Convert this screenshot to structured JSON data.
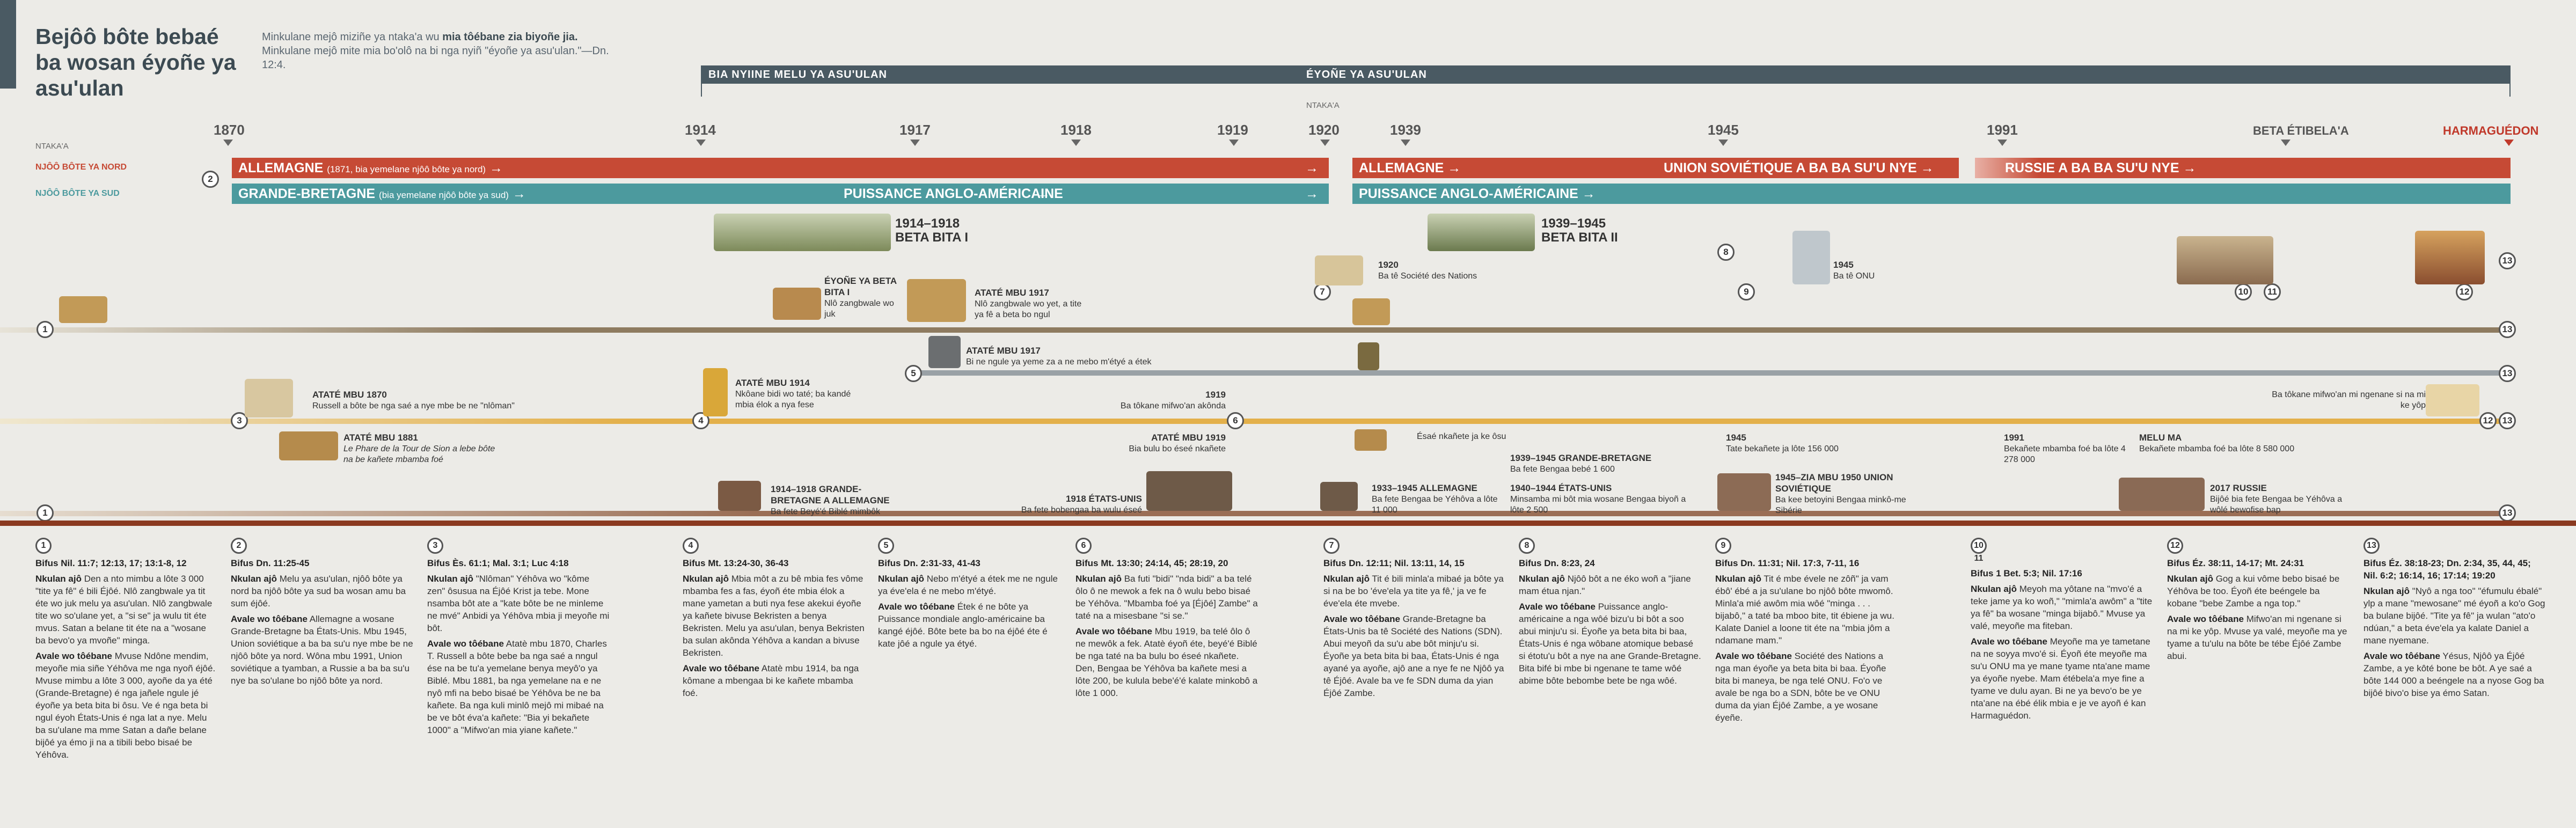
{
  "title": "Bejôô bôte bebaé ba wosan éyoñe ya asu'ulan",
  "quote": {
    "lead": "Minkulane mejô miziñe ya ntaka'a wu",
    "bold": "mia tôébane zia biyoñe jia.",
    "rest": "Minkulane mejô mite mia bo'olô na bi nga nyiñ \"éyoñe ya asu'ulan.\"—Dn. 12:4."
  },
  "periods": {
    "first": "BIA NYIINE MELU YA ASU'ULAN",
    "second": "ÉYOÑE YA ASU'ULAN",
    "ntaka": "NTAKA'A"
  },
  "ntaka_left": "NTAKA'A",
  "years": [
    "1870",
    "1914",
    "1917",
    "1918",
    "1919",
    "1920",
    "1939",
    "1945",
    "1991",
    "BETA ÉTIBELA'A",
    "HARMAGUÉDON"
  ],
  "north_label": "NJÔÔ BÔTE YA NORD",
  "south_label": "NJÔÔ BÔTE YA SUD",
  "bands": {
    "north1_title": "ALLEMAGNE",
    "north1_note": "(1871, bia yemelane njôô bôte ya nord)",
    "north2": "ALLEMAGNE",
    "north3": "UNION SOVIÉTIQUE A BA BA SU'U NYE",
    "north4": "RUSSIE A BA BA SU'U NYE",
    "south1_title": "GRANDE-BRETAGNE",
    "south1_note": "(bia yemelane njôô bôte ya sud)",
    "south2": "PUISSANCE ANGLO-AMÉRICAINE",
    "south3": "PUISSANCE ANGLO-AMÉRICAINE"
  },
  "wars": {
    "ww1": "1914–1918\nBETA BITA I",
    "ww2": "1939–1945\nBETA BITA II"
  },
  "events": {
    "e1920": {
      "year": "1920",
      "text": "Ba tê Société des Nations"
    },
    "e1945": {
      "year": "1945",
      "text": "Ba tê ONU"
    },
    "eyone": {
      "title": "ÉYOÑE YA BETA BITA I",
      "text": "Nlô zangbwale wo juk"
    },
    "ate1917a": {
      "title": "ATATÉ MBU 1917",
      "text": "Nlô zangbwale wo yet, a tite ya fê a beta bo ngul"
    },
    "ate1917b": {
      "title": "ATATÉ MBU 1917",
      "text": "Bi ne ngule ya yeme za a ne mebo m'étyé a étek"
    },
    "ate1870": {
      "title": "ATATÉ MBU 1870",
      "text": "Russell a bôte be nga saé a nye mbe be ne \"nlôman\""
    },
    "ate1914": {
      "title": "ATATÉ MBU 1914",
      "text": "Nkôane bidi wo taté; ba kandé mbia élok a nya fese"
    },
    "e1919a": {
      "year": "1919",
      "text": "Ba tôkane mifwo'an akônda"
    },
    "ate1881": {
      "title": "ATATÉ MBU 1881",
      "text": "Le Phare de la Tour de Sion a lebe bôte na be kañete mbamba foé"
    },
    "ate1919": {
      "title": "ATATÉ MBU 1919",
      "text": "Bia bulu bo éseé nkañete"
    },
    "esae": {
      "text": "Ésaé nkañete ja ke ôsu"
    },
    "tokane": {
      "text": "Ba tôkane mifwo'an mi ngenane si na mi ke yôp"
    },
    "ge1939": {
      "title": "1939–1945 GRANDE-BRETAGNE",
      "text": "Ba fete Bengaa bebé 1 600"
    },
    "us1940": {
      "title": "1940–1944 ÉTATS-UNIS",
      "text": "Minsamba mi bôt mia wosane Bengaa biyoñ a lôte 2 500"
    },
    "al1933": {
      "title": "1933–1945 ALLEMAGNE",
      "text": "Ba fete Bengaa be Yéhôva a lôte 11 000"
    },
    "e1945b": {
      "title": "1945",
      "text": "Tate bekañete ja lôte 156 000"
    },
    "ussr": {
      "title": "1945–ZIA MBU 1950 UNION SOVIÉTIQUE",
      "text": "Ba kee betoyini Bengaa minkô-me Sibérie"
    },
    "e1991": {
      "title": "1991",
      "text": "Bekañete mbamba foé ba lôte 4 278 000"
    },
    "meluma": {
      "title": "MELU MA",
      "text": "Bekañete mbamba foé ba lôte 8 580 000"
    },
    "ge1914": {
      "title": "1914–1918 GRANDE-BRETAGNE A ALLEMAGNE",
      "text": "Ba fete Beyé'é Biblé mimbôk"
    },
    "us1918": {
      "title": "1918 ÉTATS-UNIS",
      "text": "Ba fete bobengaa ba wulu éseé"
    },
    "ru2017": {
      "title": "2017 RUSSIE",
      "text": "Bijôé bia fete Bengaa be Yéhôva a wôlé bewofise bap"
    }
  },
  "refs": [
    {
      "n": "1",
      "head": "Bifus Nil. 11:7; 12:13, 17; 13:1-8, 12",
      "a_title": "Nkulan ajô",
      "a": "Den a nto mimbu a lôte 3 000 \"tite ya fê\" é bili Éjôé. Nlô zangbwale ya tit éte wo juk melu ya asu'ulan. Nlô zangbwale tite wo so'ulane yet, a \"si se\" ja wulu tit éte mvus. Satan a belane tit éte na a \"wosane ba bevo'o ya mvoñe\" minga.",
      "b_title": "Avale wo tôébane",
      "b": "Mvuse Ndône mendim, meyoñe mia siñe Yéhôva me nga nyoñ éjôé. Mvuse mimbu a lôte 3 000, ayoñe da ya été (Grande-Bretagne) é nga jañele ngule jé éyoñe ya beta bita bi ôsu. Ve é nga beta bi ngul éyoh États-Unis é nga lat a nye. Melu ba su'ulane ma mme Satan a dañe belane bijôé ya émo ji na a tibili bebo bisaé be Yéhôva."
    },
    {
      "n": "2",
      "head": "Bifus Dn. 11:25-45",
      "a_title": "Nkulan ajô",
      "a": "Melu ya asu'ulan, njôô bôte ya nord ba njôô bôte ya sud ba wosan amu ba sum éjôé.",
      "b_title": "Avale wo tôébane",
      "b": "Allemagne a wosane Grande-Bretagne ba États-Unis. Mbu 1945, Union soviétique a ba ba su'u nye mbe be ne njôô bôte ya nord. Wôna mbu 1991, Union soviétique a tyamban, a Russie a ba ba su'u nye ba so'ulane bo njôô bôte ya nord."
    },
    {
      "n": "3",
      "head": "Bifus Ès. 61:1; Mal. 3:1; Luc 4:18",
      "a_title": "Nkulan ajô",
      "a": "\"Nlôman\" Yéhôva wo \"kôme zen\" ôsusua na Éjôé Krist ja tebe. Mone nsamba bôt ate a \"kate bôte be ne minlemе ne mvé\" Anbidi ya Yéhôva mbia ji meyoñe mi bôt.",
      "b_title": "Avale wo tôébane",
      "b": "Atatè mbu 1870, Charles T. Russell a bôte bebe ba nga saé a nngul ése na be tu'a yemelane benya meyô'o ya Biblé. Mbu 1881, ba nga yemelane na e ne nyô mfi na bebo bisaé be Yéhôva be ne ba kañete. Ba nga kuli minlô mejô mi mibaé na be ve bôt éva'a kañete: \"Bia yi bekañete 1000\" a \"Mifwo'an mia yiane kañete.\""
    },
    {
      "n": "4",
      "head": "Bifus Mt. 13:24-30, 36-43",
      "a_title": "Nkulan ajô",
      "a": "Mbia môt a zu bê mbia fes vôme mbamba fes a fas, éyoñ éte mbia élok a mane yametan a buti nya fese akekui éyoñe ya kañete bivuse Bekristen a benya Bekristen. Melu ya asu'ulan, benya Bekristen ba sulan akônda Yéhôva a kandan a bivuse Bekristen.",
      "b_title": "Avale wo tôébane",
      "b": "Atatè mbu 1914, ba nga kômane a mbengaa bi ke kañete mbamba foé."
    },
    {
      "n": "5",
      "head": "Bifus Dn. 2:31-33, 41-43",
      "a_title": "Nkulan ajô",
      "a": "Nebo m'étyé a étek me ne ngule ya éve'ela é ne mebo m'étyé.",
      "b_title": "Avale wo tôébane",
      "b": "Étek é ne bôte ya Puissance mondiale anglo-américaine ba kangé éjôé. Bôte bete ba bo na éjôé éte é kate jôé a ngule ya étyé."
    },
    {
      "n": "6",
      "head": "Bifus Mt. 13:30; 24:14, 45; 28:19, 20",
      "a_title": "Nkulan ajô",
      "a": "Ba futi \"bidi\" \"nda bidi\" a ba telé ôlo ô ne mewok a fek na ô wulu bebo bisaé be Yéhôva. \"Mbamba foé ya [Éjôé] Zambe\" a taté na a misesbane \"si se.\"",
      "b_title": "Avale wo tôébane",
      "b": "Mbu 1919, ba telé ôlo ô ne mewôk a fek. Atatè éyoñ éte, beyé'é Biblé be nga taté na ba bulu bo éseé nkañete. Den, Bengaa be Yéhôva ba kañete mesi a lôte 200, be kulula bebe'é'é kalate minkobô a lôte 1 000."
    },
    {
      "n": "7",
      "head": "Bifus Dn. 12:11; Nil. 13:11, 14, 15",
      "a_title": "Nkulan ajô",
      "a": "Tit é bili minla'a mibaé ja bôte ya si na be bo 'éve'ela ya tite ya fê,' ja ve fe éve'ela éte mvebe.",
      "b_title": "Avale wo tôébane",
      "b": "Grande-Bretagne ba États-Unis ba tê Société des Nations (SDN). Abui meyoñ da su'u abe bôt minju'u si. Éyoñe ya beta bita bi baa, États-Unis é nga ayané ya ayoñe, ajô ane a nye fe ne Njôô ya tê Éjôé. Avale ba ve fe SDN duma da yian Éjôé Zambe."
    },
    {
      "n": "8",
      "head": "Bifus Dn. 8:23, 24",
      "a_title": "Nkulan ajô",
      "a": "Njôô bôt a ne éko woñ a \"jiane mam étua njan.\"",
      "b_title": "Avale wo tôébane",
      "b": "Puissance anglo-américaine a nga wôé bizu'u bi bôt a soo abui minju'u si. Éyoñe ya beta bita bi baa, États-Unis é nga wôbane atomique bebasé si étotu'u bôt a nye na ane Grande-Bretagne. Bita bifé bi mbe bi ngenane te tame wôé abime bôte bebombe bete be nga wôé."
    },
    {
      "n": "9",
      "head": "Bifus Dn. 11:31; Nil. 17:3, 7-11, 16",
      "a_title": "Nkulan ajô",
      "a": "Tit é mbe évele ne zôñ\" ja vam ébô' ébé a ja su'ulane bo njôô bôte mwomô. Minla'a mié awôm mia wôé \"minga . . . bijabô,\" a taté ba mboo bite, tit ébiene ja wu. Kalate Daniel a loone tit éte na \"mbia jôm a ndamane mam.\"",
      "b_title": "Avale wo tôébane",
      "b": "Société des Nations a nga man éyoñe ya beta bita bi baa. Éyoñe bita bi maneya, be nga telé ONU. Fo'o ve avale be nga bo a SDN, bôte be ve ONU duma da yian Éjôé Zambe, a ye wosane éyeñe."
    },
    {
      "n": "10  11",
      "head": "Bifus 1 Bet. 5:3; Nil. 17:16",
      "a_title": "Nkulan ajô",
      "a": "Meyoh ma yôtane na \"mvo'é a teke jame ya ko woñ,\" \"mimla'a awôm\" a \"tite ya fê\" ba wosane \"minga bijabô.\" Mvuse ya valé, meyoñe ma fiteban.",
      "b_title": "Avale wo tôébane",
      "b": "Meyoñe ma ye tametane na ne soyya mvo'é si. Éyoñ éte meyoñe ma su'u ONU ma ye mane tyame nta'ane mame ya éyoñe nyebe. Mam étébela'a mye fine a tyame ve dulu ayan. Bi ne ya bevo'o be ye nta'ane na ébé élik mbia e je ve ayoñ é kan Harmaguédon."
    },
    {
      "n": "12",
      "head": "Bifus Éz. 38:11, 14-17; Mt. 24:31",
      "a_title": "Nkulan ajô",
      "a": "Gog a kui vôme bebo bisaé be Yéhôva be too. Éyoñ éte beéngele ba kobane \"bebe Zambe a nga top.\"",
      "b_title": "Avale wo tôébane",
      "b": "Mifwo'an mi ngenane si na mi ke yôp. Mvuse ya valé, meyoñe ma ye tyame a tu'ulu na bôte be tébe Éjôé Zambe abui."
    },
    {
      "n": "13",
      "head": "Bifus Éz. 38:18-23; Dn. 2:34, 35, 44, 45; Nil. 6:2; 16:14, 16; 17:14; 19:20",
      "a_title": "Nkulan ajô",
      "a": "\"Nyô a nga too\" \"éfumulu ébalé\" ylp a mane \"mewosane\" mé éyoñ a ko'o Gog ba bulane bijôé. \"Tite ya fê\" ja wulan \"ato'o ndúan,\" a beta éve'ela ya kalate Daniel a mane nyemane.",
      "b_title": "Avale wo tôébane",
      "b": "Yésus, Njôô ya Éjôé Zambe, a ye kôté bone be bôt. A ye saé a bôte 144 000 a beéngele na a nyose Gog ba bijôé bivo'o bise ya émo Satan."
    }
  ],
  "colors": {
    "north": "#c64a35",
    "south": "#4c9a9e",
    "dark": "#4a5a63",
    "gold": "#e3b04b",
    "rail_brown": "#8e7b60",
    "rail_gray": "#9aa1a6",
    "accent": "#c0392b"
  }
}
